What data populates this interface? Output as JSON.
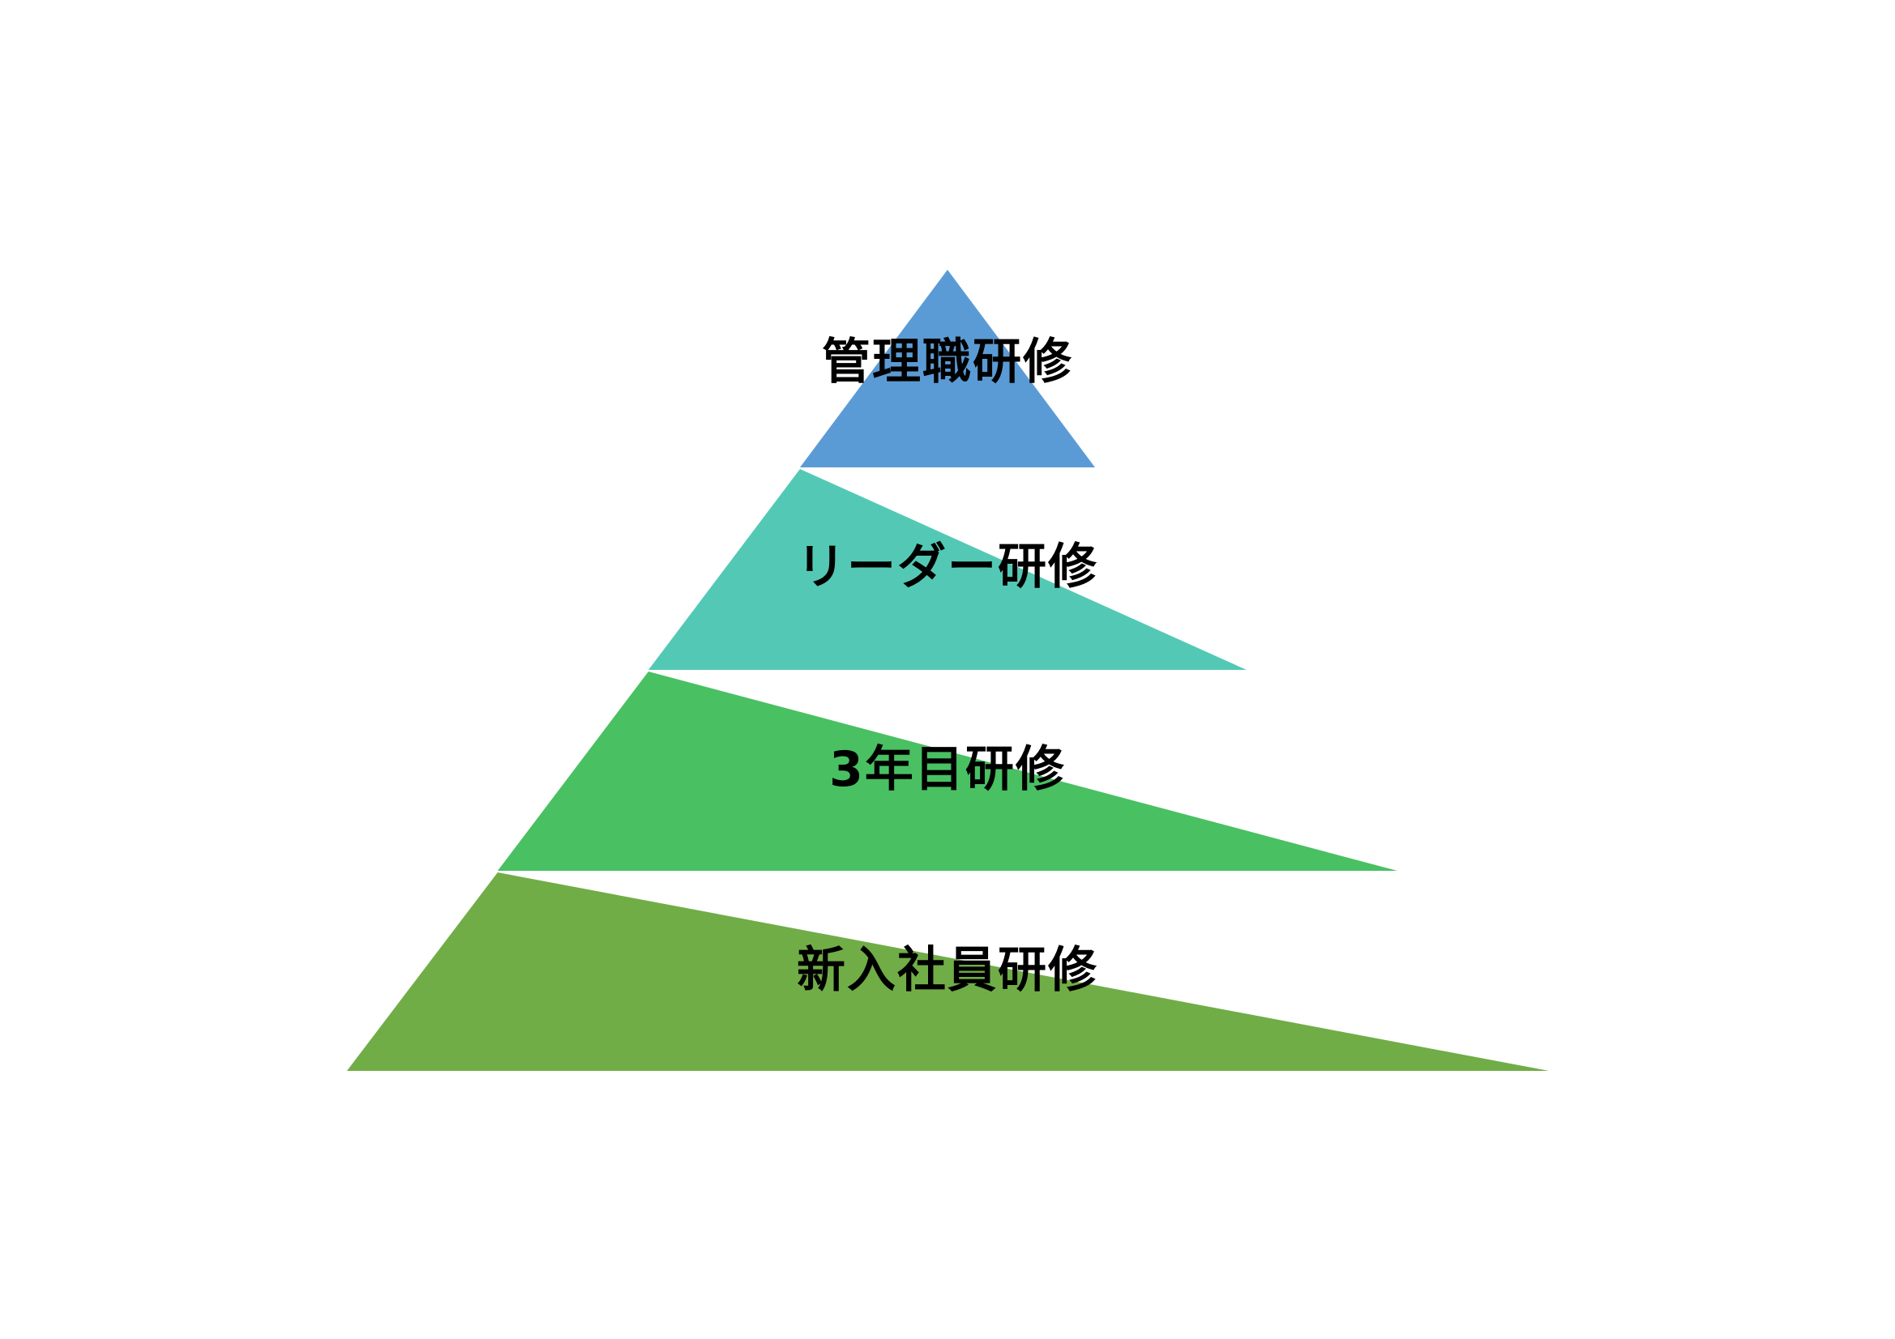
{
  "diagram": {
    "type": "pyramid",
    "layers": [
      {
        "label": "管理職研修",
        "color": "#5B9BD5",
        "level": 1
      },
      {
        "label": "リーダー研修",
        "color": "#53C9B5",
        "level": 2
      },
      {
        "label": "3年目研修",
        "color": "#49C062",
        "level": 3
      },
      {
        "label": "新入社員研修",
        "color": "#70AD47",
        "level": 4
      }
    ],
    "separator_color": "#FFFFFF"
  }
}
